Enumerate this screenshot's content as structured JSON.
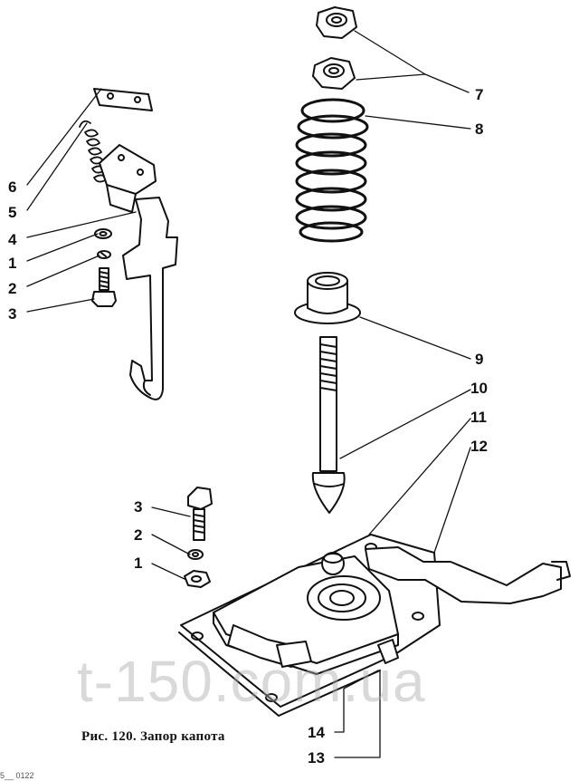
{
  "figure": {
    "caption": "Рис. 120. Запор капота",
    "watermark": "t-150.com.ua",
    "footer_text": "5__ 0122",
    "line_color": "#111111"
  },
  "callouts": [
    {
      "id": "6",
      "text": "6"
    },
    {
      "id": "5",
      "text": "5"
    },
    {
      "id": "4",
      "text": "4"
    },
    {
      "id": "1a",
      "text": "1"
    },
    {
      "id": "2a",
      "text": "2"
    },
    {
      "id": "3a",
      "text": "3"
    },
    {
      "id": "7",
      "text": "7"
    },
    {
      "id": "8",
      "text": "8"
    },
    {
      "id": "9",
      "text": "9"
    },
    {
      "id": "10",
      "text": "10"
    },
    {
      "id": "11",
      "text": "11"
    },
    {
      "id": "12",
      "text": "12"
    },
    {
      "id": "3b",
      "text": "3"
    },
    {
      "id": "2b",
      "text": "2"
    },
    {
      "id": "1b",
      "text": "1"
    },
    {
      "id": "14",
      "text": "14"
    },
    {
      "id": "13",
      "text": "13"
    }
  ]
}
